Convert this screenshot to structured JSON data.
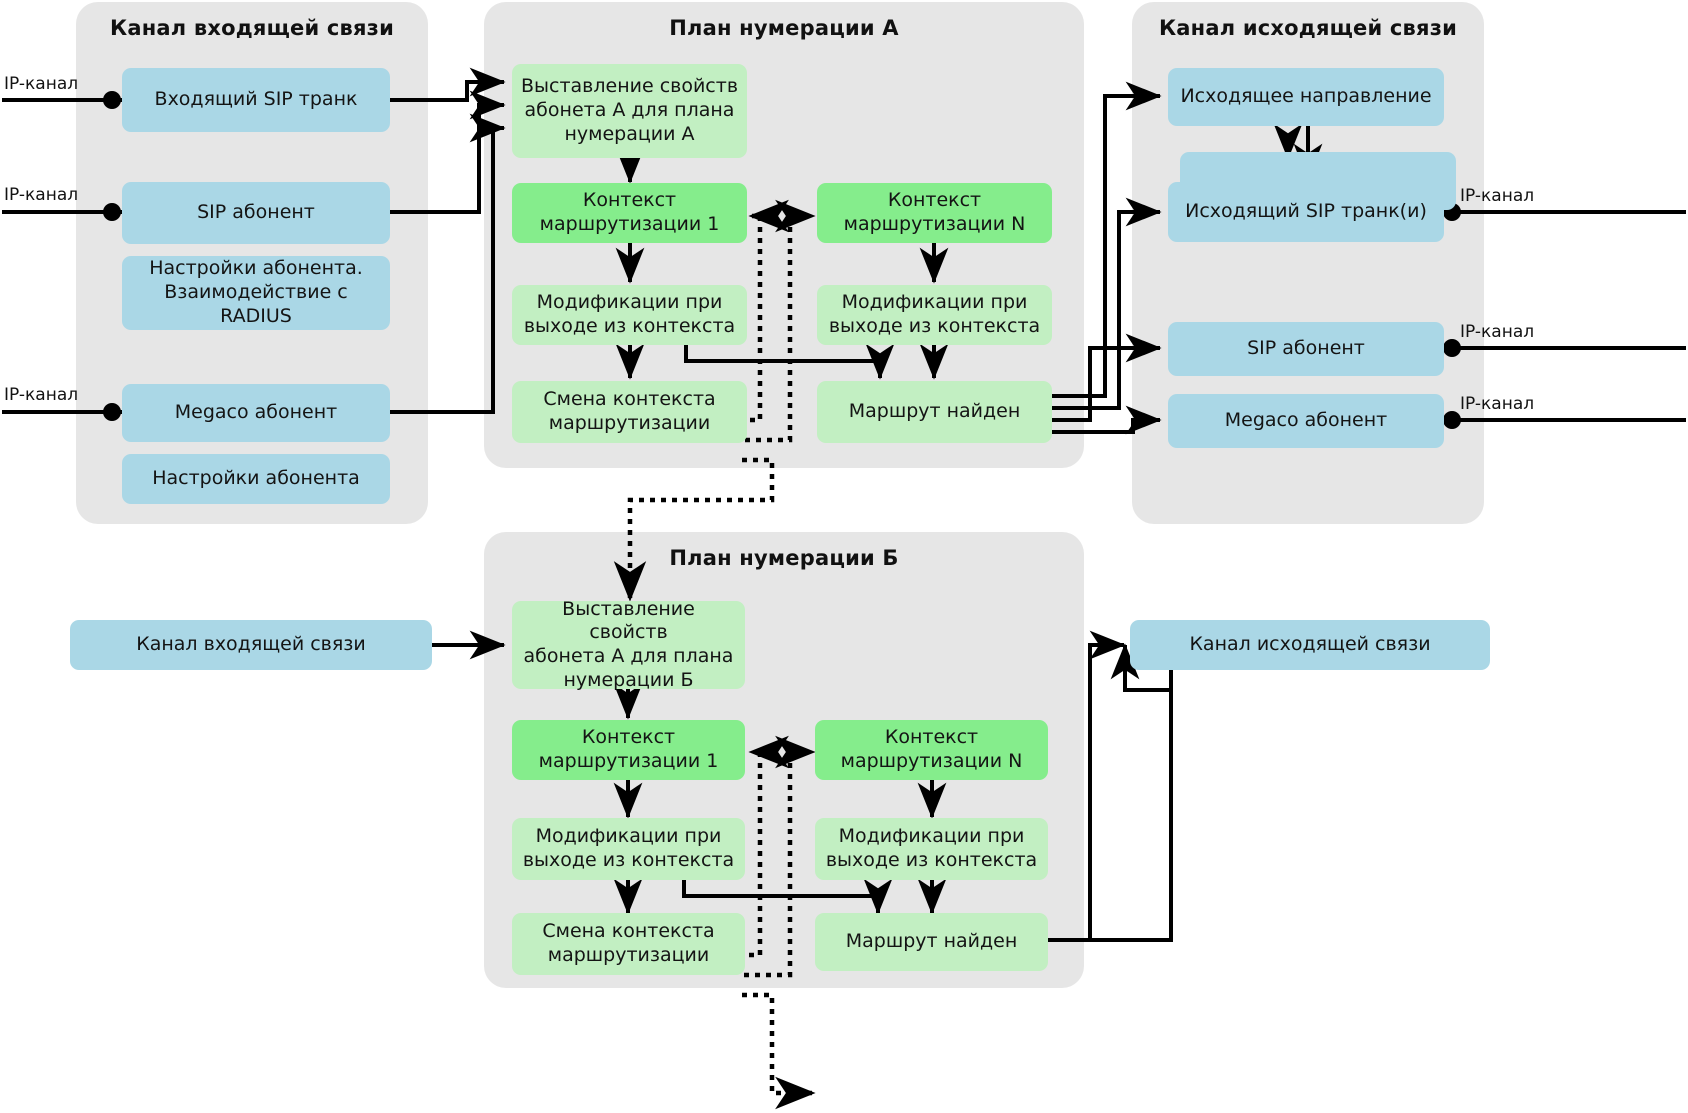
{
  "diagram": {
    "title_incoming": "Канал входящей связи",
    "title_planA": "План нумерации А",
    "title_outgoing": "Канал исходящей связи",
    "title_planB": "План нумерации Б"
  },
  "incoming_panel": {
    "title": "Канал входящей связи",
    "nodes": [
      {
        "label": "Входящий SIP транк"
      },
      {
        "label": "SIP абонент"
      },
      {
        "label": "Настройки абонента.\nВзаимодействие с\nRADIUS"
      },
      {
        "label": "Megaco абонент"
      },
      {
        "label": "Настройки абонента"
      }
    ],
    "ip_labels": [
      "IP-канал",
      "IP-канал",
      "IP-канал"
    ]
  },
  "plan_a": {
    "title": "План нумерации А",
    "nodes": {
      "set_props": "Выставление свойств\nабонета А для плана\nнумерации А",
      "context_1": "Контекст\nмаршрутизации 1",
      "context_n": "Контекст\nмаршрутизации N",
      "mods_left": "Модификации при\nвыходе из контекста",
      "mods_right": "Модификации при\nвыходе из контекста",
      "context_switch": "Смена контекста\nмаршрутизации",
      "route_found": "Маршрут найден"
    }
  },
  "plan_b": {
    "title": "План нумерации Б",
    "nodes": {
      "set_props": "Выставление свойств\nабонета А для плана\nнумерации Б",
      "context_1": "Контекст\nмаршрутизации 1",
      "context_n": "Контекст\nмаршрутизации N",
      "mods_left": "Модификации при\nвыходе из контекста",
      "mods_right": "Модификации при\nвыходе из контекста",
      "context_switch": "Смена контекста\nмаршрутизации",
      "route_found": "Маршрут найден"
    }
  },
  "outgoing_panel": {
    "title": "Канал исходящей связи",
    "nodes": [
      {
        "label": "Исходящее направление"
      },
      {
        "label": "Исходящий SIP транк(и)"
      },
      {
        "label": "SIP абонент"
      },
      {
        "label": "Megaco абонент"
      }
    ],
    "ip_labels": [
      "IP-канал",
      "IP-канал",
      "IP-канал"
    ]
  },
  "bottom": {
    "incoming_channel": "Канал входящей связи",
    "outgoing_channel": "Канал исходящей связи"
  },
  "colors": {
    "panel_bg": "#e6e6e6",
    "blue": "#aad7e6",
    "light_green": "#c2efc2",
    "dark_green": "#85ed8c",
    "line": "#000000",
    "text": "#141414"
  }
}
